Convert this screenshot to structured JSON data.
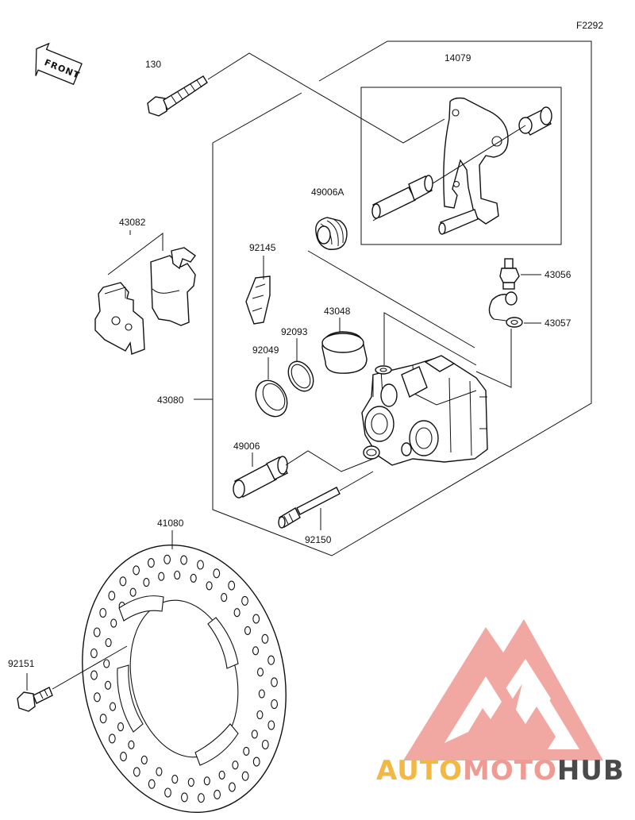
{
  "figure_code": "F2292",
  "front_marker": {
    "label": "FRONT",
    "icon": "front-arrow-icon"
  },
  "parts": [
    {
      "key": "p130",
      "number": "130"
    },
    {
      "key": "p14079",
      "number": "14079"
    },
    {
      "key": "p49006A",
      "number": "49006A"
    },
    {
      "key": "p43082",
      "number": "43082"
    },
    {
      "key": "p92145",
      "number": "92145"
    },
    {
      "key": "p43056",
      "number": "43056"
    },
    {
      "key": "p43048",
      "number": "43048"
    },
    {
      "key": "p43057",
      "number": "43057"
    },
    {
      "key": "p92093",
      "number": "92093"
    },
    {
      "key": "p92049",
      "number": "92049"
    },
    {
      "key": "p43080",
      "number": "43080"
    },
    {
      "key": "p49006",
      "number": "49006"
    },
    {
      "key": "p92150",
      "number": "92150"
    },
    {
      "key": "p41080",
      "number": "41080"
    },
    {
      "key": "p92151",
      "number": "92151"
    }
  ],
  "watermark": {
    "text_parts": [
      "AUTO",
      "MOTO",
      "HUB"
    ],
    "colors": {
      "auto": "#f3b744",
      "moto": "#ef9a92",
      "hub": "#4a4a4a",
      "logo": "#ef9a92"
    }
  }
}
